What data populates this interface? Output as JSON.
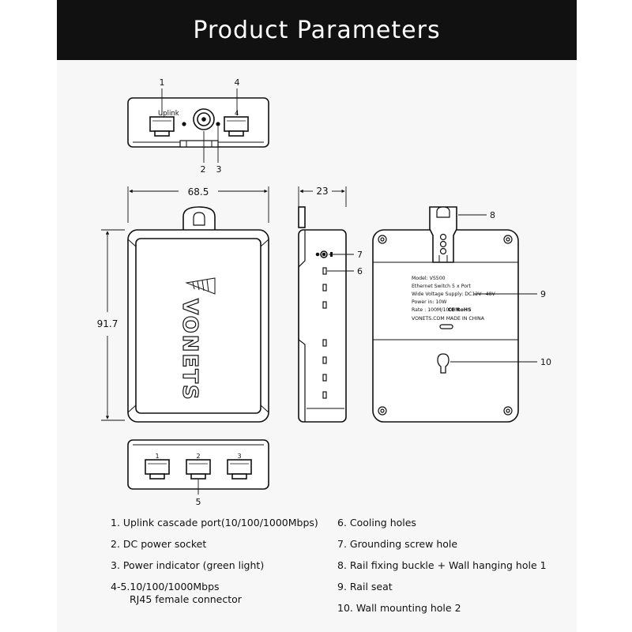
{
  "header": {
    "title": "Product Parameters"
  },
  "colors": {
    "header_bg": "#111111",
    "panel_bg": "#f7f7f7",
    "line": "#111111",
    "device_fill": "#ffffff"
  },
  "top_view": {
    "callouts": [
      "1",
      "4",
      "2",
      "3"
    ],
    "labels": {
      "uplink": "Uplink",
      "port4": "4"
    }
  },
  "front_view": {
    "width_dim": "68.5",
    "height_dim": "91.7",
    "logo": "VONETS"
  },
  "side_view": {
    "depth_dim": "23"
  },
  "back_view": {
    "label_lines": [
      "Model: VS500",
      "Ethernet Switch 5 x Port",
      "Wide Voltage Supply: DC12V~48V",
      "Power in: 10W",
      "Rate : 100M/1000M",
      "VONETS.COM    MADE IN CHINA"
    ],
    "marks": "CE RoHS"
  },
  "callout_numbers": {
    "c5": "5",
    "c6": "6",
    "c7": "7",
    "c8": "8",
    "c9": "9",
    "c10": "10"
  },
  "bottom_view": {
    "port_labels": [
      "1",
      "2",
      "3"
    ]
  },
  "legend": {
    "left": [
      "1. Uplink cascade port(10/100/1000Mbps)",
      "2. DC power socket",
      "3. Power indicator (green light)",
      "4-5.10/100/1000Mbps",
      "RJ45 female connector"
    ],
    "right": [
      "6. Cooling holes",
      "7. Grounding screw hole",
      "8. Rail fixing buckle + Wall hanging hole 1",
      "9. Rail seat",
      "10. Wall mounting hole 2"
    ]
  }
}
